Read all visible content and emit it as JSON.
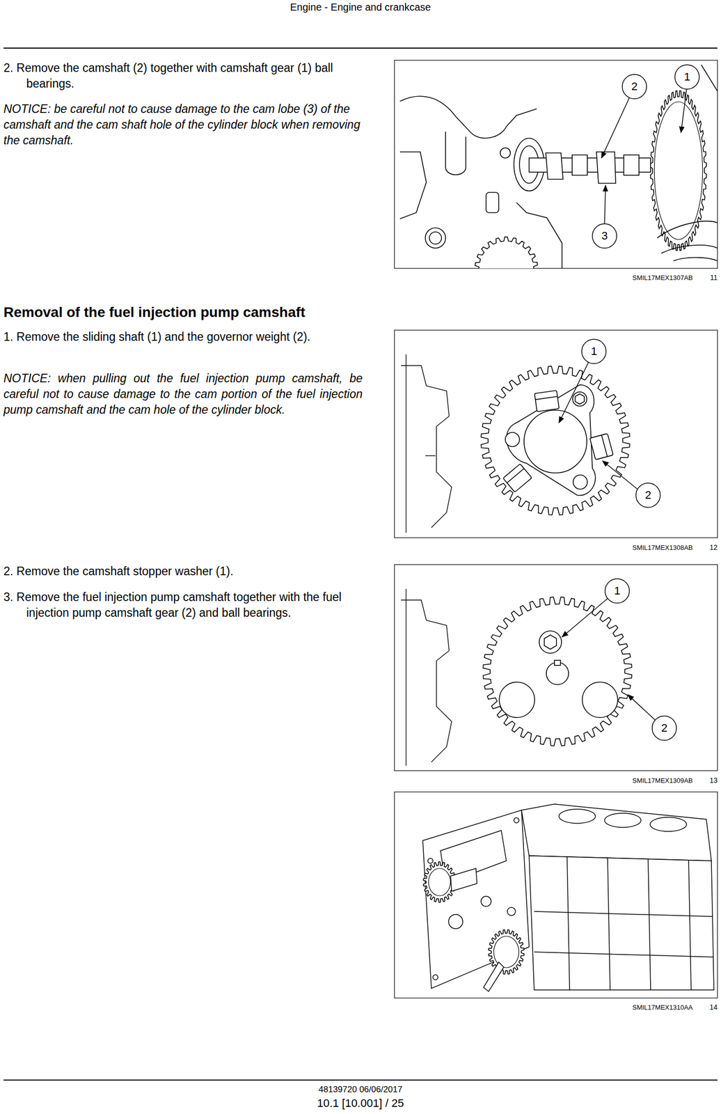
{
  "diagram": {
    "title": "Engine - Engine and crankcase",
    "labels": [
      "2. Remove the camshaft (2) together with camshaft gear (1) ball bearings.",
      "NOTICE: be careful not to cause damage to the cam lobe (3) of the camshaft and the cam shaft hole of the cylinder block when removing the camshaft.",
      "2",
      "1",
      "3",
      "SMIL17MEX1307AB",
      "11",
      "Removal of the fuel injection pump camshaft",
      "1. Remove the sliding shaft (1) and the governor weight (2).",
      "NOTICE: when pulling out the fuel injection pump camshaft, be careful not to cause damage to the cam portion of the fuel injection pump camshaft and the cam hole of the cylinder block.",
      "1",
      "2",
      "SMIL17MEX1308AB",
      "12",
      "2. Remove the camshaft stopper washer (1).",
      "3. Remove the fuel injection pump camshaft together with the fuel injection pump camshaft gear (2) and ball bearings.",
      "1",
      "2",
      "SMIL17MEX1309AB",
      "13",
      "SMIL17MEX1310AA",
      "14",
      "48139720 06/06/2017",
      "10.1 [10.001] / 25"
    ]
  }
}
